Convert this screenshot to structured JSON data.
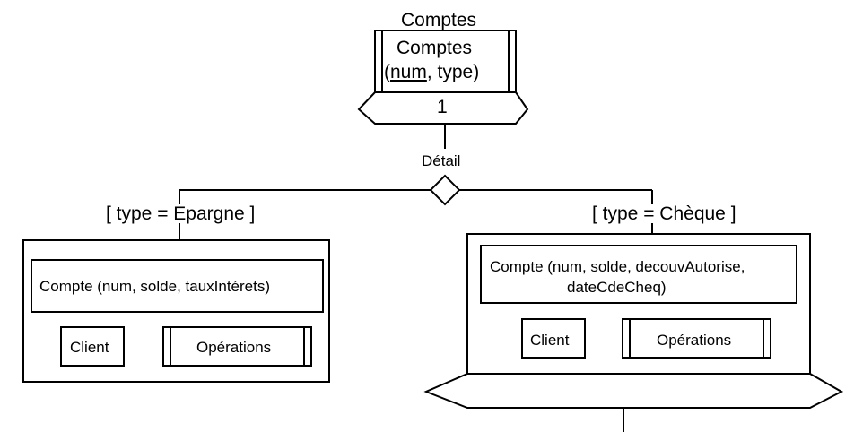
{
  "top": {
    "heading": "Comptes",
    "entity_name": "Comptes",
    "key_open": "(",
    "key_attr": "num",
    "key_rest": ", type)",
    "multiplicity": "1"
  },
  "split": {
    "label": "Détail",
    "left_condition": "[ type = Epargne ]",
    "right_condition": "[ type = Chèque ]"
  },
  "left_subtype": {
    "entity": "Compte (num, solde, tauxIntérets)",
    "link_client": "Client",
    "link_operations": "Opérations"
  },
  "right_subtype": {
    "entity_line1": "Compte (num, solde, decouvAutorise,",
    "entity_line2": "dateCdeCheq)",
    "link_client": "Client",
    "link_operations": "Opérations"
  }
}
